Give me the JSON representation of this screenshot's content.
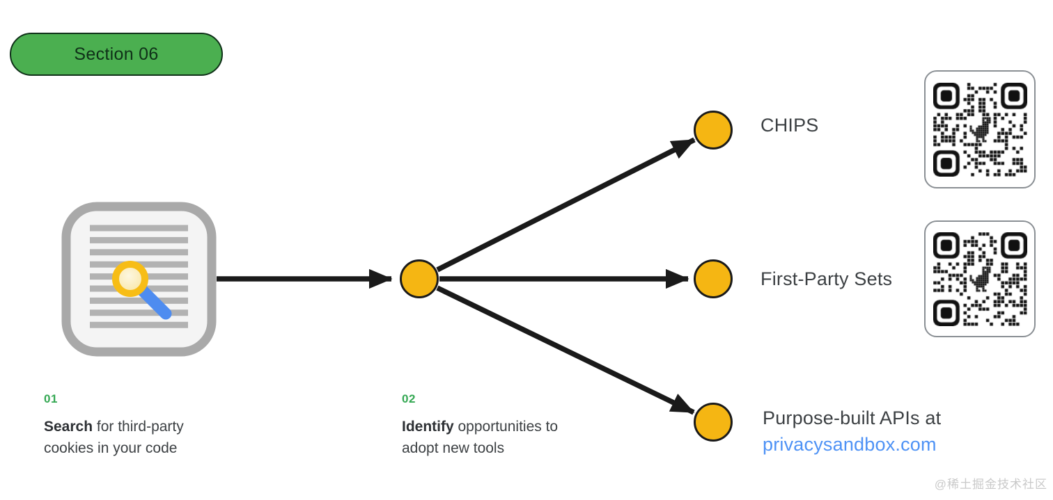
{
  "badge": {
    "label": "Section 06"
  },
  "labels": {
    "chips": "CHIPS",
    "first_party_sets": "First-Party Sets",
    "purpose_line1": "Purpose-built APIs at",
    "purpose_link": "privacysandbox.com"
  },
  "steps": [
    {
      "number": "01",
      "bold": "Search",
      "rest": " for third-party cookies in your code"
    },
    {
      "number": "02",
      "bold": "Identify",
      "rest": " opportunities to adopt new tools"
    }
  ],
  "icons": {
    "document_search": "document-with-magnifier-icon",
    "qr_center": "chrome-dino-icon"
  },
  "qr_codes": [
    {
      "name": "qr-code-chips",
      "seed": "7"
    },
    {
      "name": "qr-code-first-party-sets",
      "seed": "29"
    }
  ],
  "watermark": "@稀土掘金技术社区",
  "colors": {
    "badge-bg": "#4baf50",
    "badge-border": "#0f3018",
    "badge-text": "#0f3018",
    "ink": "#3c4043",
    "step-green": "#34a853",
    "link": "#4e92f5",
    "gold": "#f5b613",
    "line-black": "#1a1a1a",
    "doc-border": "#a9a9a9",
    "doc-fill": "#f4f4f4",
    "doc-line": "#b2b2b2",
    "lens-ring": "#f7bd16",
    "handle-blue": "#4e8cf0",
    "qr-border": "#8a8f94",
    "watermark": "#c9c9c9"
  }
}
